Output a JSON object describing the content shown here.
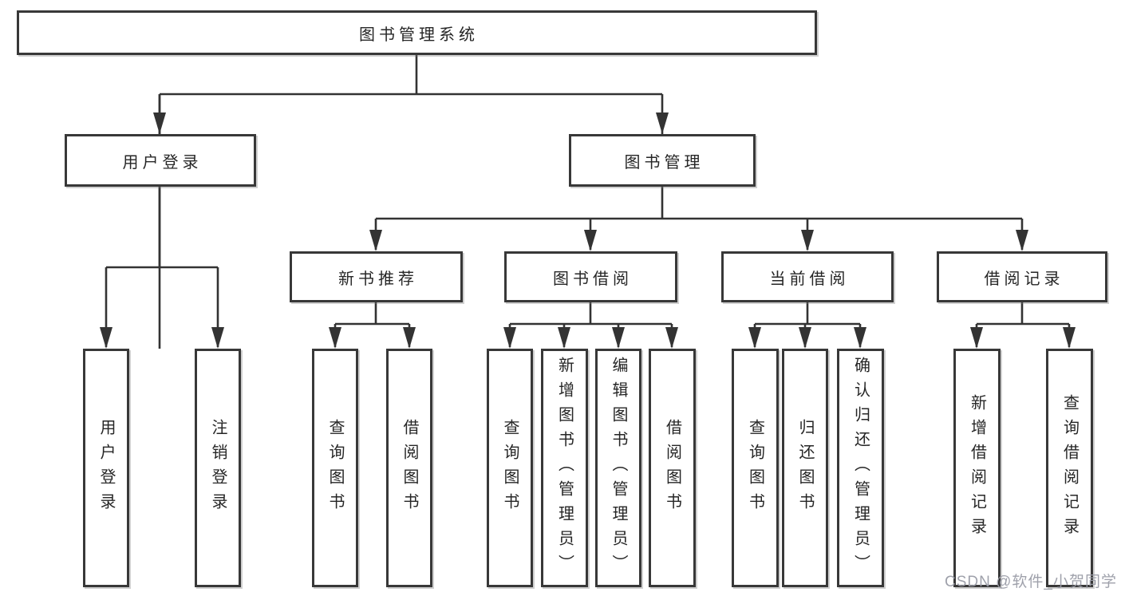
{
  "tree": {
    "label": "图书管理系统",
    "children": [
      {
        "label": "用户登录",
        "children": [
          {
            "label": "用户登录"
          },
          {
            "label": "注销登录"
          }
        ]
      },
      {
        "label": "图书管理",
        "children": [
          {
            "label": "新书推荐",
            "children": [
              {
                "label": "查询图书"
              },
              {
                "label": "借阅图书"
              }
            ]
          },
          {
            "label": "图书借阅",
            "children": [
              {
                "label": "查询图书"
              },
              {
                "label": "新增图书（管理员）"
              },
              {
                "label": "编辑图书（管理员）"
              },
              {
                "label": "借阅图书"
              }
            ]
          },
          {
            "label": "当前借阅",
            "children": [
              {
                "label": "查询图书"
              },
              {
                "label": "归还图书"
              },
              {
                "label": "确认归还（管理员）"
              }
            ]
          },
          {
            "label": "借阅记录",
            "children": [
              {
                "label": "新增借阅记录"
              },
              {
                "label": "查询借阅记录"
              }
            ]
          }
        ]
      }
    ]
  },
  "watermark": {
    "text": "CSDN @软件_小贺同学"
  },
  "colors": {
    "line": "#333333",
    "box_border": "#383838",
    "text": "#262626",
    "watermark": "#9a9ca6",
    "background": "#ffffff"
  }
}
